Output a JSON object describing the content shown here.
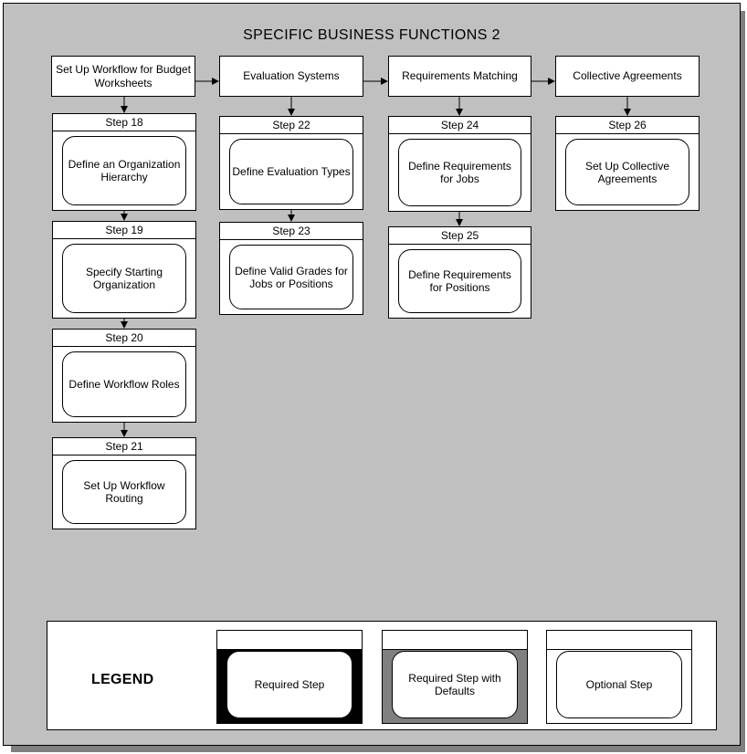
{
  "title": "SPECIFIC  BUSINESS  FUNCTIONS 2",
  "columns": [
    {
      "header": "Set Up Workflow for Budget Worksheets",
      "steps": [
        {
          "label": "Step 18",
          "text": "Define an Organization Hierarchy"
        },
        {
          "label": "Step 19",
          "text": "Specify Starting Organization"
        },
        {
          "label": "Step 20",
          "text": "Define Workflow Roles"
        },
        {
          "label": "Step 21",
          "text": "Set Up Workflow Routing"
        }
      ]
    },
    {
      "header": "Evaluation Systems",
      "steps": [
        {
          "label": "Step 22",
          "text": "Define Evaluation Types"
        },
        {
          "label": "Step 23",
          "text": "Define Valid Grades for Jobs or Positions"
        }
      ]
    },
    {
      "header": "Requirements Matching",
      "steps": [
        {
          "label": "Step 24",
          "text": "Define Requirements for Jobs"
        },
        {
          "label": "Step 25",
          "text": "Define Requirements for Positions"
        }
      ]
    },
    {
      "header": "Collective Agreements",
      "steps": [
        {
          "label": "Step 26",
          "text": "Set Up Collective Agreements"
        }
      ]
    }
  ],
  "legend": {
    "title": "LEGEND",
    "items": [
      {
        "text": "Required Step",
        "frame_color": "#000000"
      },
      {
        "text": "Required Step with Defaults",
        "frame_color": "#808080"
      },
      {
        "text": "Optional Step",
        "frame_color": "#ffffff"
      }
    ]
  },
  "colors": {
    "background": "#c0c0c0",
    "shadow": "#808080",
    "box": "#ffffff",
    "line": "#000000"
  }
}
